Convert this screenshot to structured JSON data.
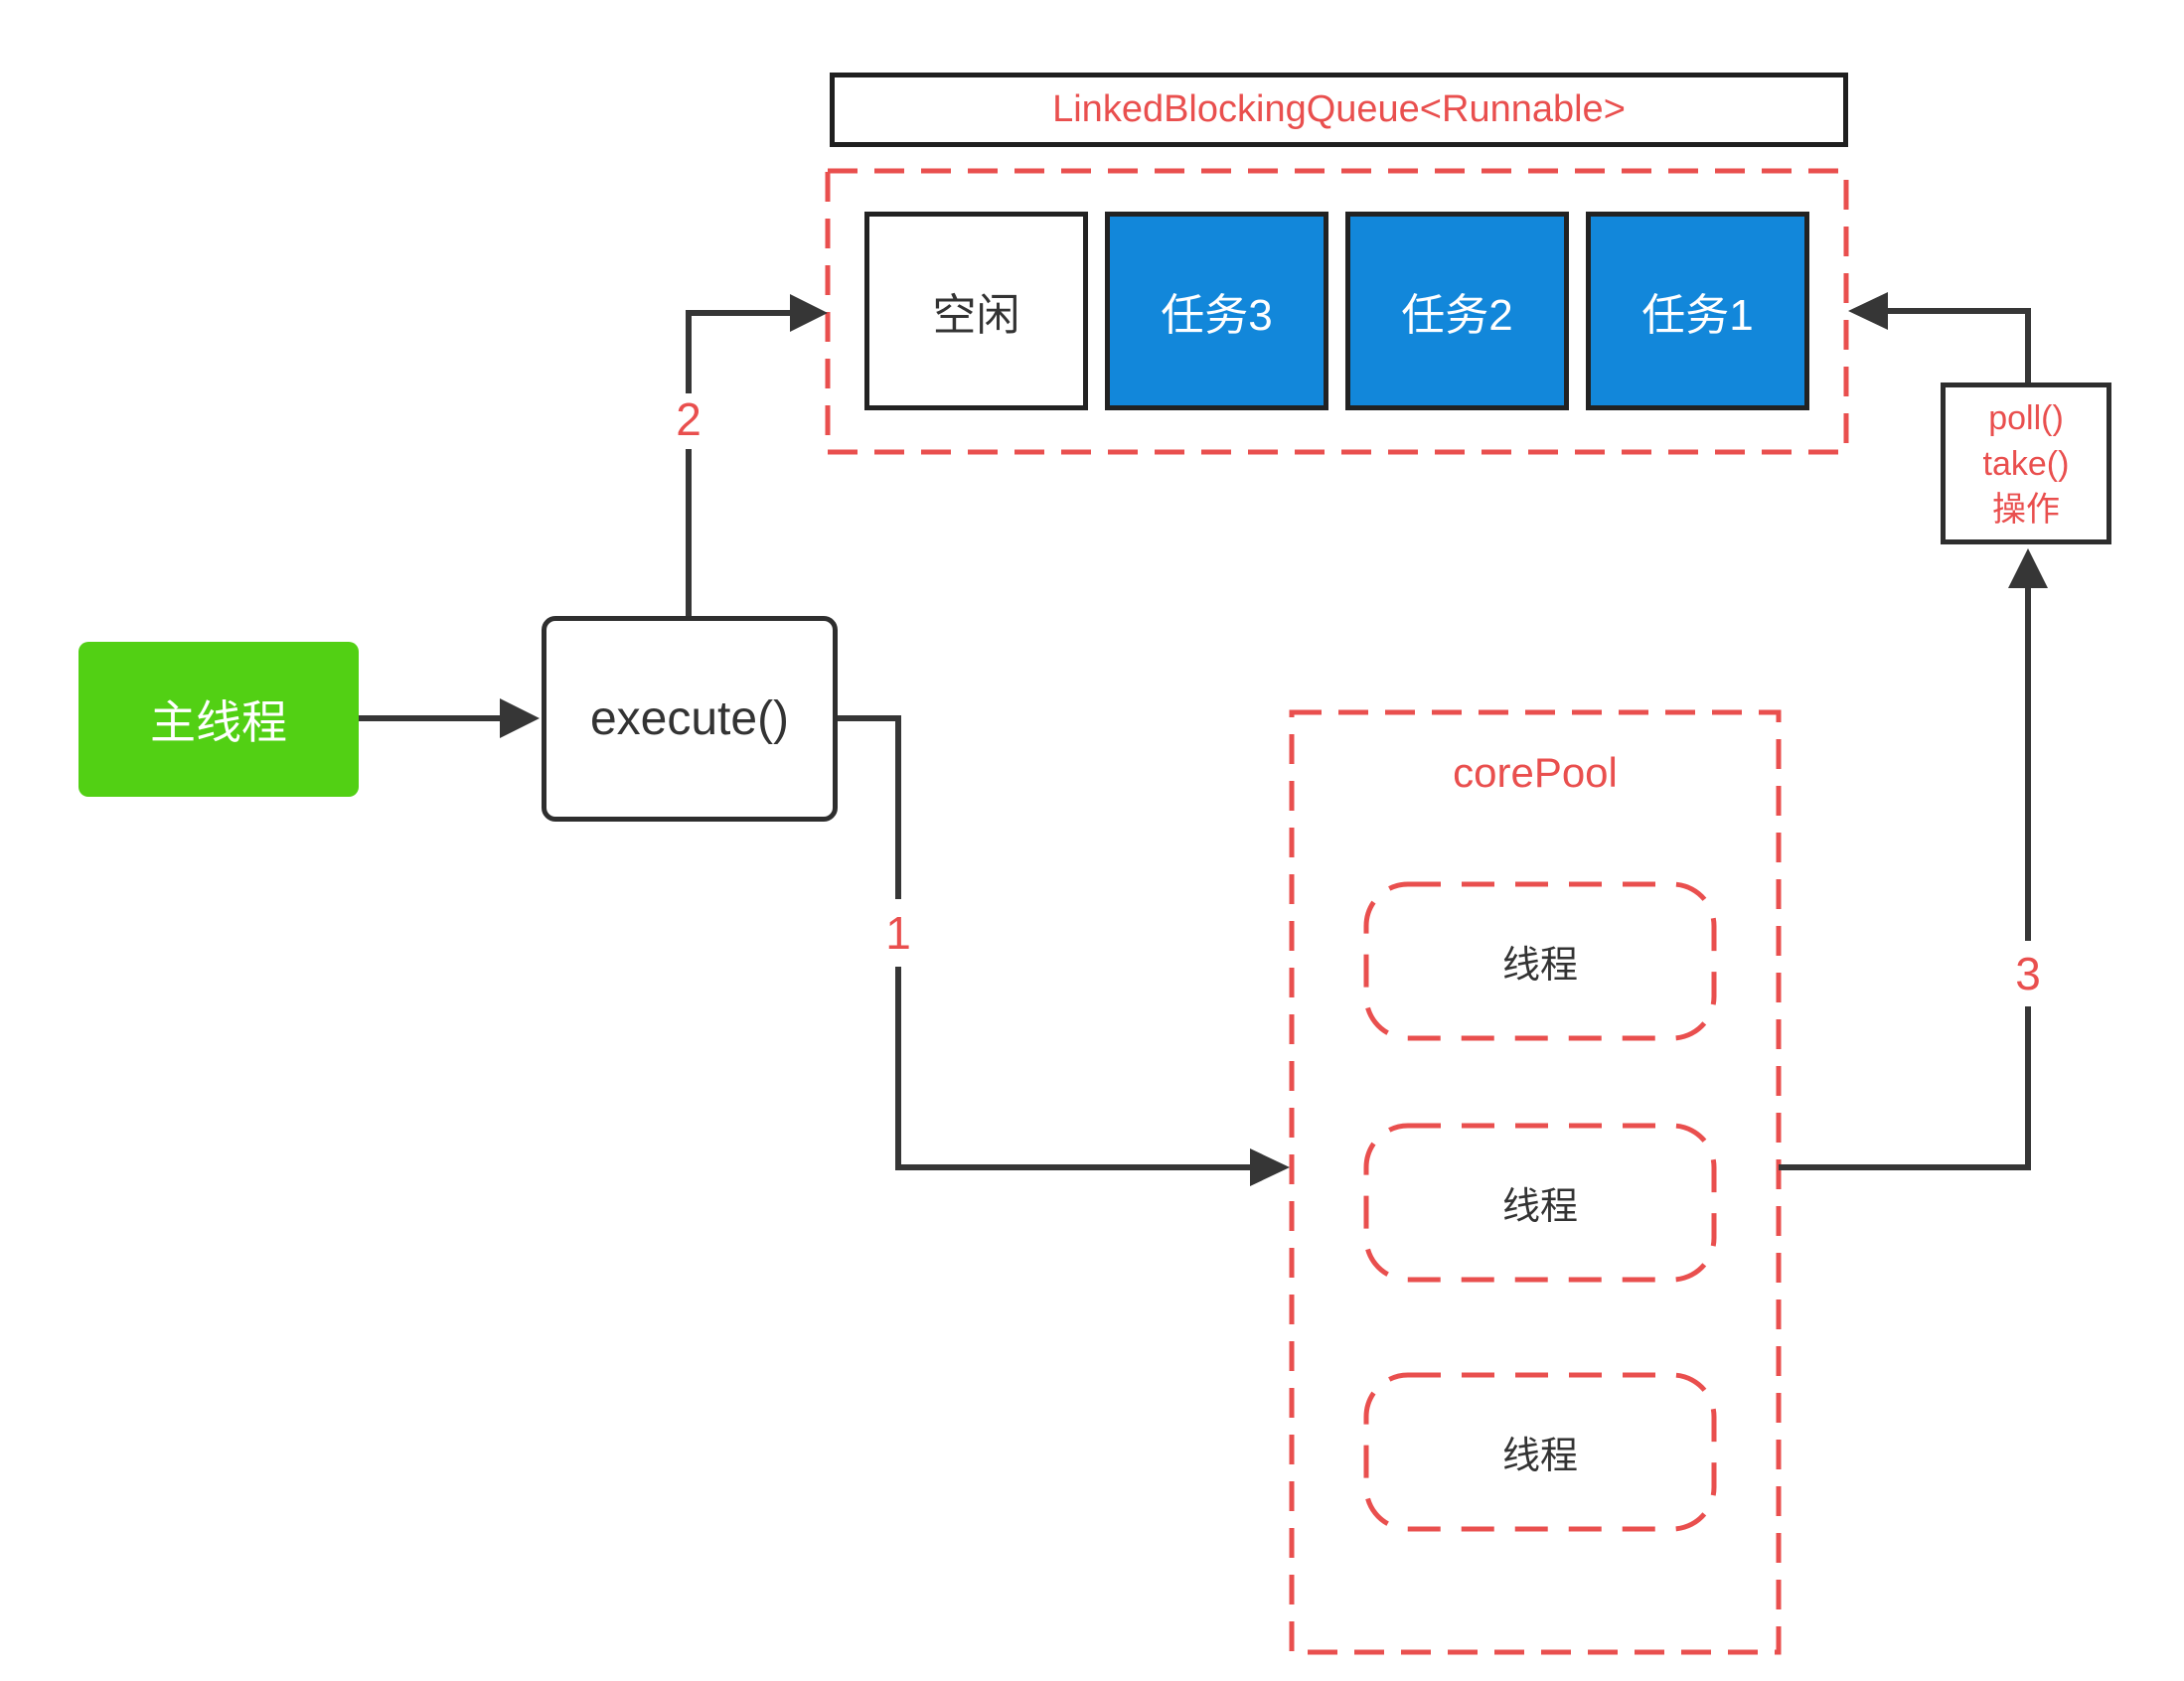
{
  "colors": {
    "red": "#e94f4e",
    "blue": "#1287da",
    "green": "#52d014",
    "stroke": "#363636"
  },
  "queue": {
    "title": "LinkedBlockingQueue<Runnable>",
    "slots": [
      {
        "label": "空闲",
        "type": "idle"
      },
      {
        "label": "任务3",
        "type": "task"
      },
      {
        "label": "任务2",
        "type": "task"
      },
      {
        "label": "任务1",
        "type": "task"
      }
    ]
  },
  "main_thread": {
    "label": "主线程"
  },
  "execute": {
    "label": "execute()"
  },
  "core_pool": {
    "title": "corePool",
    "threads": [
      {
        "label": "线程"
      },
      {
        "label": "线程"
      },
      {
        "label": "线程"
      }
    ]
  },
  "poll_box": {
    "lines": [
      "poll()",
      "take()",
      "操作"
    ]
  },
  "steps": {
    "s1": "1",
    "s2": "2",
    "s3": "3"
  }
}
